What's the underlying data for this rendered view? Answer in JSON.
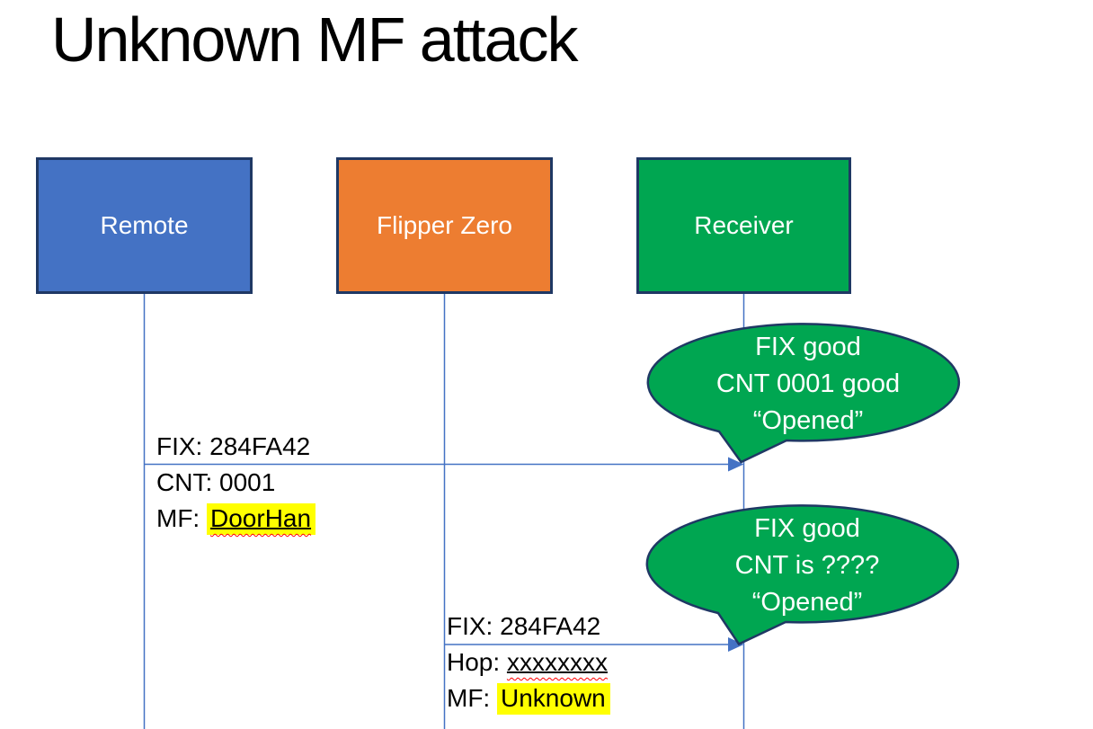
{
  "title": "Unknown MF attack",
  "actors": {
    "remote": {
      "label": "Remote"
    },
    "flipper": {
      "label": "Flipper Zero"
    },
    "receiver": {
      "label": "Receiver"
    }
  },
  "messages": {
    "m1": {
      "above": "FIX: 284FA42",
      "below1": "CNT: 0001",
      "below2_prefix": "MF: ",
      "below2_value": "DoorHan"
    },
    "m2": {
      "above": "FIX: 284FA42",
      "below1_prefix": "Hop: ",
      "below1_value": "xxxxxxxx",
      "below2_prefix": "MF: ",
      "below2_value": "Unknown"
    }
  },
  "callouts": {
    "c1": {
      "line1": "FIX good",
      "line2": "CNT 0001 good",
      "line3": "“Opened”"
    },
    "c2": {
      "line1": "FIX good",
      "line2": "CNT is ????",
      "line3": "“Opened”"
    }
  },
  "colors": {
    "remote-fill": "#4472C4",
    "flipper-fill": "#ED7D31",
    "receiver-fill": "#00A651",
    "callout-fill": "#00A651",
    "border-navy": "#1F3864",
    "line-blue": "#4472C4",
    "highlight-yellow": "#FFFF00",
    "squiggle-red": "#FF0000",
    "title-color": "#000000",
    "label-color": "#000000"
  }
}
